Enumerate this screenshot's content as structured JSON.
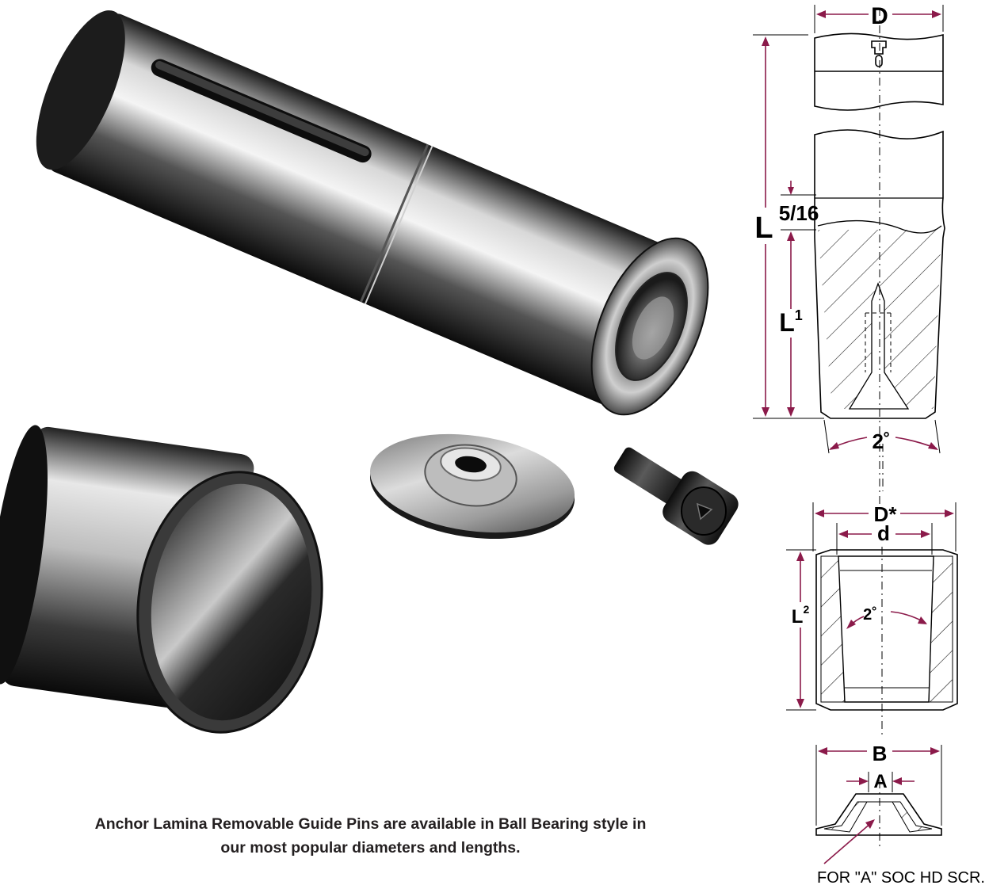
{
  "caption": {
    "line1": "Anchor Lamina Removable Guide Pins are available in Ball Bearing style in",
    "line2": "our most popular diameters and lengths."
  },
  "diagram": {
    "pin": {
      "diameter_label": "D",
      "length_label": "L",
      "offset_label": "5/16",
      "l1_label": "L",
      "l1_sup": "1",
      "taper_label": "2˚"
    },
    "bushing": {
      "outer_label": "D*",
      "inner_label": "d",
      "length_label": "L",
      "length_sup": "2",
      "taper_label": "2˚"
    },
    "washer": {
      "b_label": "B",
      "a_label": "A",
      "note": "FOR \"A\" SOC HD SCR."
    }
  },
  "colors": {
    "dimension": "#8b1a4a",
    "text": "#231f20"
  }
}
